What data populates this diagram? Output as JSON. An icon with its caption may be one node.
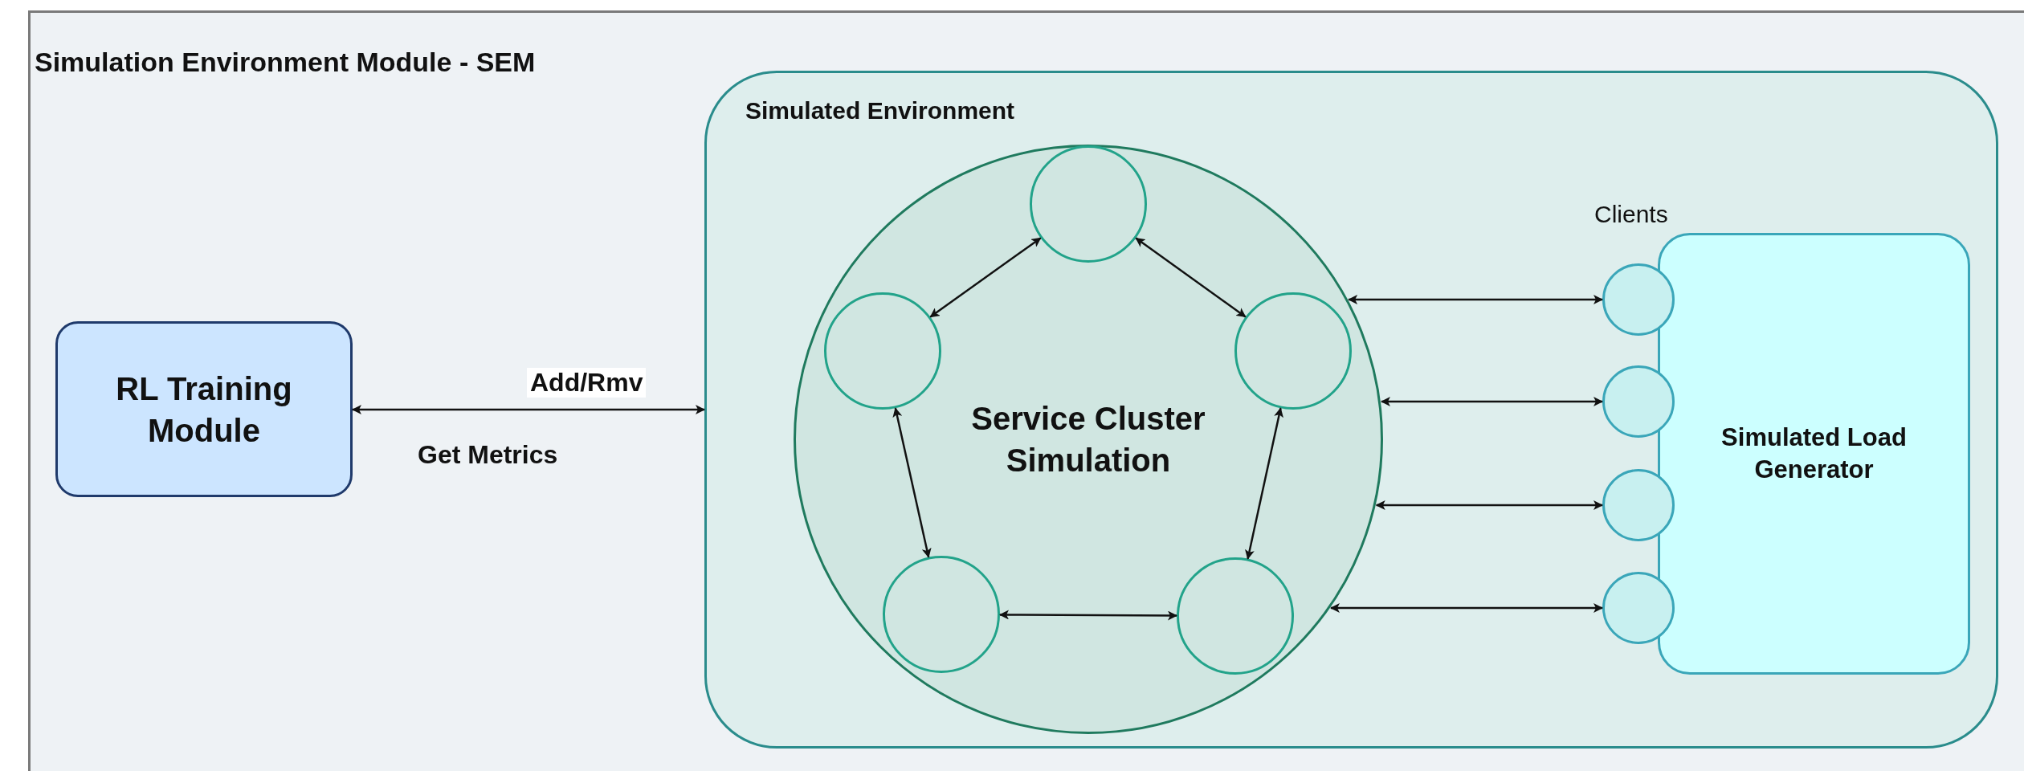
{
  "diagram": {
    "nodes": [
      {
        "text": [
          "Simulation Environment Module - SEM"
        ]
      },
      {
        "text": [
          "RL Training Module"
        ],
        "in": 0
      },
      {
        "text": [
          "Simulated Environment"
        ],
        "in": 0
      },
      {
        "text": [
          "Service Cluster Simulation"
        ],
        "in": 2
      },
      {
        "text": [],
        "shape": "circle",
        "in": 3
      },
      {
        "text": [],
        "shape": "circle",
        "in": 3
      },
      {
        "text": [],
        "shape": "circle",
        "in": 3
      },
      {
        "text": [],
        "shape": "circle",
        "in": 3
      },
      {
        "text": [],
        "shape": "circle",
        "in": 3
      },
      {
        "text": [
          "Simulated Load Generator"
        ],
        "in": 2
      },
      {
        "text": [],
        "shape": "circle",
        "in": 2
      },
      {
        "text": [],
        "shape": "circle",
        "in": 2
      },
      {
        "text": [],
        "shape": "circle",
        "in": 2
      },
      {
        "text": [],
        "shape": "circle",
        "in": 2
      }
    ],
    "edges": [
      {
        "from": 1,
        "to": 2,
        "arrow": "both",
        "label": "Add/Rmv"
      },
      {
        "from": 4,
        "to": 5,
        "arrow": "both"
      },
      {
        "from": 4,
        "to": 6,
        "arrow": "both"
      },
      {
        "from": 5,
        "to": 7,
        "arrow": "both"
      },
      {
        "from": 6,
        "to": 8,
        "arrow": "both"
      },
      {
        "from": 7,
        "to": 8,
        "arrow": "both"
      },
      {
        "from": 3,
        "to": 10,
        "arrow": "both"
      },
      {
        "from": 3,
        "to": 11,
        "arrow": "both"
      },
      {
        "from": 3,
        "to": 12,
        "arrow": "both"
      },
      {
        "from": 3,
        "to": 13,
        "arrow": "both"
      }
    ],
    "labels": [
      "Get Metrics",
      "Clients"
    ]
  }
}
